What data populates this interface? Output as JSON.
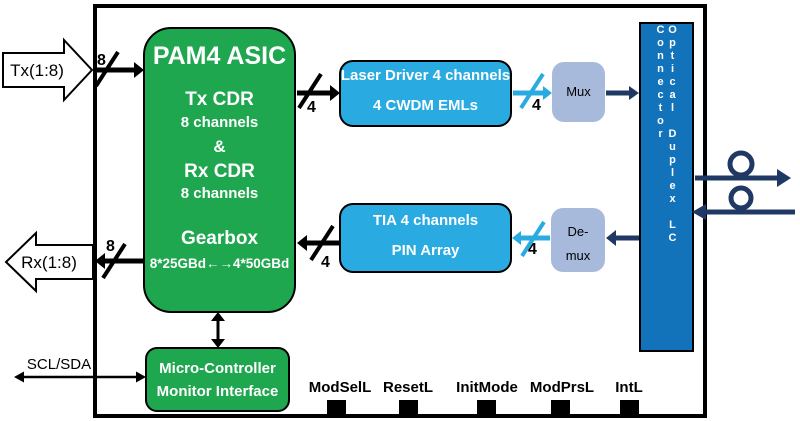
{
  "external": {
    "tx_label": "Tx(1:8)",
    "rx_label": "Rx(1:8)",
    "scl_sda": "SCL/SDA"
  },
  "asic": {
    "title": "PAM4 ASIC",
    "tx_cdr": "Tx CDR",
    "tx_channels": "8 channels",
    "amp": "&",
    "rx_cdr": "Rx CDR",
    "rx_channels": "8 channels",
    "gearbox": "Gearbox",
    "gearbox_detail": "8*25GBd←→4*50GBd"
  },
  "laser_driver": {
    "line1": "Laser Driver 4 channels",
    "line2": "4 CWDM EMLs"
  },
  "tia": {
    "line1": "TIA 4 channels",
    "line2": "PIN Array"
  },
  "mux": {
    "label": "Mux"
  },
  "demux": {
    "line1": "De-",
    "line2": "mux"
  },
  "connector": {
    "label": "Optical Duplex LC Connector"
  },
  "mcu": {
    "line1": "Micro-Controller",
    "line2": "Monitor Interface"
  },
  "bus": {
    "host_tx": "8",
    "asic_tx": "4",
    "laser_mux": "4",
    "demux_tia": "4",
    "tia_asic": "4",
    "host_rx": "8"
  },
  "pins": [
    {
      "label": "ModSelL"
    },
    {
      "label": "ResetL"
    },
    {
      "label": "InitMode"
    },
    {
      "label": "ModPrsL"
    },
    {
      "label": "IntL"
    }
  ],
  "colors": {
    "green": "#1FA750",
    "cyan": "#29ABE2",
    "periwinkle": "#A7BADC",
    "blue": "#1272BA",
    "navy": "#1F3864",
    "black": "#000000"
  }
}
